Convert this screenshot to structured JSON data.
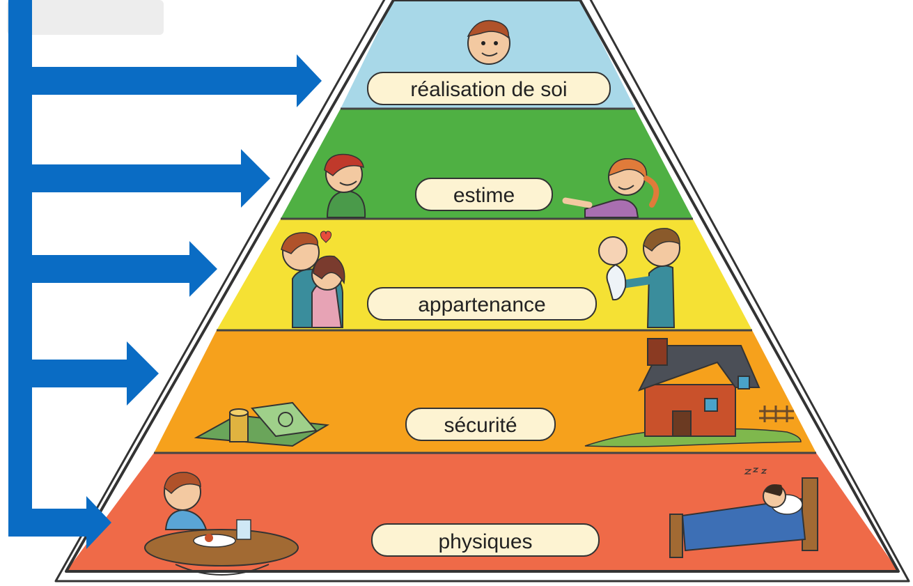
{
  "levels": [
    {
      "id": "realisation",
      "label": "réalisation de soi",
      "color": "#a8d8e8",
      "icons": [
        "boy-face-icon"
      ]
    },
    {
      "id": "estime",
      "label": "estime",
      "color": "#4fb043",
      "icons": [
        "boy-waving-icon",
        "girl-reaching-icon"
      ]
    },
    {
      "id": "appartenance",
      "label": "appartenance",
      "color": "#f5e134",
      "icons": [
        "couple-hugging-icon",
        "father-baby-icon"
      ]
    },
    {
      "id": "securite",
      "label": "sécurité",
      "color": "#f6a11c",
      "icons": [
        "money-stack-icon",
        "house-icon"
      ]
    },
    {
      "id": "physiques",
      "label": "physiques",
      "color": "#ef6a48",
      "icons": [
        "boy-eating-icon",
        "sleeping-bed-icon"
      ]
    }
  ],
  "arrow_color": "#0a6cc4",
  "label_pill_color": "#fdf3d2"
}
